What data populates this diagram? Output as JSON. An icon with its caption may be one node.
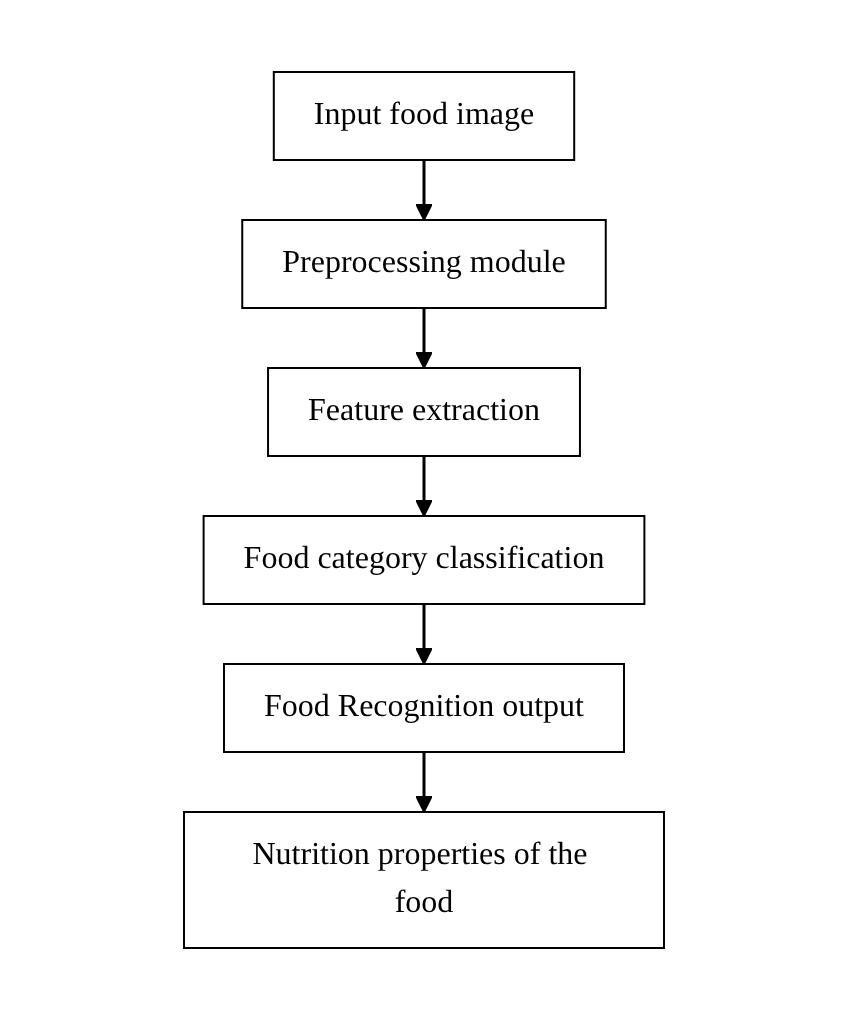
{
  "diagram": {
    "nodes": [
      {
        "text": [
          "Input food image"
        ]
      },
      {
        "text": [
          "Preprocessing module"
        ]
      },
      {
        "text": [
          "Feature extraction"
        ]
      },
      {
        "text": [
          "Food category classification"
        ]
      },
      {
        "text": [
          "Food Recognition output"
        ]
      },
      {
        "text": [
          "Nutrition properties of the food"
        ]
      }
    ],
    "edges": [
      {
        "from": 0,
        "to": 1,
        "arrow": "to"
      },
      {
        "from": 1,
        "to": 2,
        "arrow": "to"
      },
      {
        "from": 2,
        "to": 3,
        "arrow": "to"
      },
      {
        "from": 3,
        "to": 4,
        "arrow": "to"
      },
      {
        "from": 4,
        "to": 5,
        "arrow": "to"
      }
    ]
  }
}
